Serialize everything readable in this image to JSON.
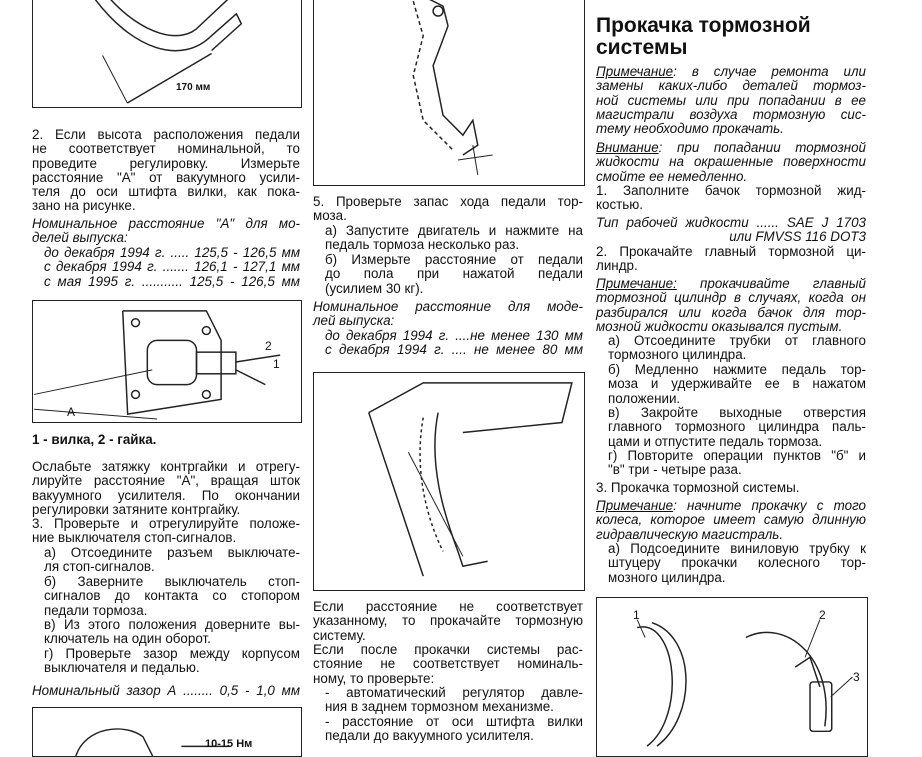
{
  "left": {
    "fig1_label": "170 мм",
    "p1": [
      "2. Если высота расположения педали",
      "не соответствует номинальной, то",
      "проведите регулировку. Измерьте",
      "расстояние \"А\" от вакуумного усили-",
      "теля до оси штифта вилки, как пока-",
      "зано на рисунке."
    ],
    "p2": [
      "Номинальное расстояние \"А\" для мо-",
      "делей выпуска:"
    ],
    "p3": [
      "до декабря 1994 г. ..... 125,5 - 126,5 мм",
      "с декабря 1994 г. ....... 126,1 - 127,1 мм",
      "с мая 1995 г. ........... 125,5 - 126,5 мм"
    ],
    "fig2_labels": {
      "a": "A",
      "n1": "1",
      "n2": "2"
    },
    "caption": "1 - вилка, 2 - гайка.",
    "p4": [
      "Ослабьте затяжку контргайки и отрегу-",
      "лируйте расстояние \"А\", вращая шток",
      "вакуумного усилителя. По окончании",
      "регулировки затяните контргайку."
    ],
    "p5": [
      "3. Проверьте и отрегулируйте положе-",
      "ние выключателя стоп-сигналов."
    ],
    "p6": [
      "а) Отсоедините разъем выключате-",
      "ля стоп-сигналов."
    ],
    "p7": [
      "б) Заверните выключатель стоп-",
      "сигналов до контакта со стопором",
      "педали тормоза."
    ],
    "p8": [
      "в) Из этого положения доверните вы-",
      "ключатель на один оборот."
    ],
    "p9": [
      "г) Проверьте зазор между корпусом",
      "выключателя и педалью."
    ],
    "p10": [
      "Номинальный зазор А ........ 0,5 - 1,0 мм"
    ],
    "fig3_label": "10-15 Нм"
  },
  "middle": {
    "p1": [
      "5. Проверьте запас хода педали тор-",
      "моза."
    ],
    "p2": [
      "а) Запустите двигатель и нажмите на",
      "педаль тормоза несколько раз."
    ],
    "p3": [
      "б) Измерьте расстояние от педали",
      "до пола при нажатой педали",
      "(усилием 30 кг)."
    ],
    "p4": [
      "Номинальное расстояние для моде-",
      "лей выпуска:"
    ],
    "p5": [
      "до декабря 1994 г. ....не менее 130 мм",
      "с декабря 1994 г.  .... не менее 80 мм"
    ],
    "p6": [
      "Если расстояние не соответствует",
      "указанному, то прокачайте тормозную",
      "систему."
    ],
    "p7": [
      "Если после прокачки системы рас-",
      "стояние не соответствует номиналь-",
      "ному, то проверьте:"
    ],
    "p8": [
      "- автоматический регулятор давле-",
      "ния в заднем тормозном механизме."
    ],
    "p9": [
      "- расстояние от оси штифта вилки",
      "педали до вакуумного усилителя."
    ]
  },
  "right": {
    "title": [
      "Прокачка тормозной",
      "системы"
    ],
    "note1": [
      {
        "u": "Примечание",
        "t": ": в случае ремонта или"
      },
      "замены каких-либо деталей тормоз-",
      "ной системы или при попадании в ее",
      "магистрали воздуха тормозную сис-",
      "тему необходимо прокачать."
    ],
    "warn": [
      {
        "u": "Внимание",
        "t": ": при попадании тормозной"
      },
      "жидкости на окрашенные поверхности",
      "смойте ее немедленно."
    ],
    "p1": [
      "1. Заполните бачок тормозной жид-",
      "костью."
    ],
    "fluid": [
      "Тип рабочей жидкости ...... SAE J 1703",
      "или FMVSS 116 DOT3"
    ],
    "p2": [
      "2. Прокачайте главный тормозной ци-",
      "линдр."
    ],
    "note2": [
      {
        "u": "Примечание:",
        "t": " прокачивайте главный"
      },
      "тормозной цилиндр в случаях, когда он",
      "разбирался или когда бачок для тор-",
      "мозной жидкости оказывался пустым."
    ],
    "pa": [
      "а) Отсоедините трубки от главного",
      "тормозного цилиндра."
    ],
    "pb": [
      "б) Медленно нажмите педаль тор-",
      "моза и удерживайте ее в нажатом",
      "положении."
    ],
    "pc": [
      "в) Закройте выходные отверстия",
      "главного тормозного цилиндра паль-",
      "цами и отпустите педаль тормоза."
    ],
    "pd": [
      "г) Повторите операции пунктов \"б\" и",
      "\"в\" три - четыре раза."
    ],
    "p3": [
      "3. Прокачка тормозной системы."
    ],
    "note3": [
      {
        "u": "Примечание",
        "t": ": начните прокачку с того"
      },
      "колеса, которое имеет самую длинную",
      "гидравлическую магистраль."
    ],
    "p3a": [
      "а) Подсоедините виниловую трубку к",
      "штуцеру прокачки колесного тор-",
      "мозного цилиндра."
    ],
    "fig_labels": {
      "n1": "1",
      "n2": "2",
      "n3": "3"
    }
  }
}
